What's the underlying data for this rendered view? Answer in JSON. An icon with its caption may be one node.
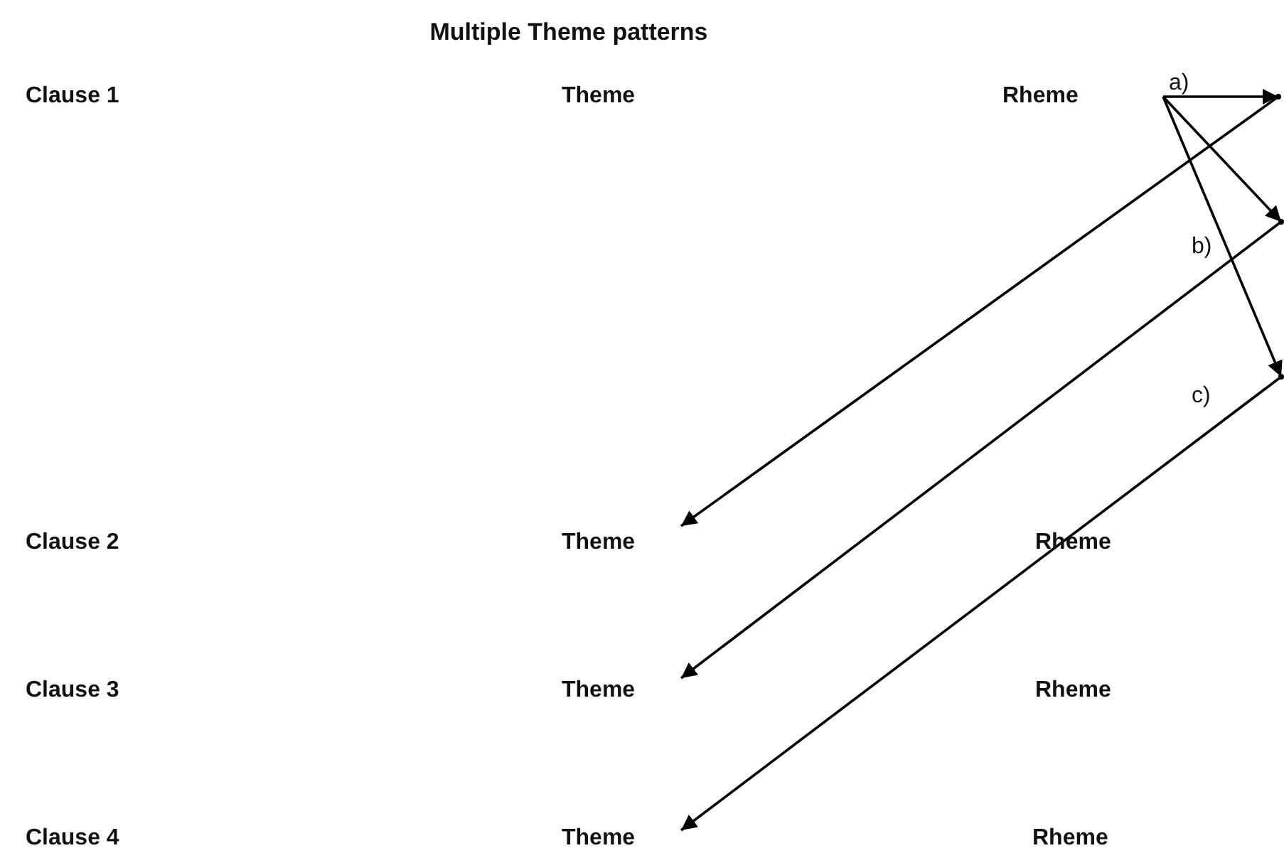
{
  "diagram": {
    "title": "Multiple Theme patterns",
    "nodes": [
      {
        "text": [
          "Rheme"
        ]
      },
      {
        "text": [],
        "shape": "point"
      },
      {
        "text": [],
        "shape": "point"
      },
      {
        "text": [],
        "shape": "point"
      },
      {
        "text": [
          "Theme"
        ]
      },
      {
        "text": [
          "Theme"
        ]
      },
      {
        "text": [
          "Theme"
        ]
      }
    ],
    "edges": [
      {
        "from": 0,
        "to": 1,
        "arrow": "to"
      },
      {
        "from": 0,
        "to": 2,
        "arrow": "to"
      },
      {
        "from": 0,
        "to": 3,
        "arrow": "to"
      },
      {
        "from": 1,
        "to": 4,
        "arrow": "to"
      },
      {
        "from": 2,
        "to": 5,
        "arrow": "to"
      },
      {
        "from": 3,
        "to": 6,
        "arrow": "to"
      }
    ],
    "labels": [
      "Clause 1",
      "Theme",
      "a)",
      "b)",
      "c)",
      "Clause 2",
      "Rheme",
      "Clause 3",
      "Rheme",
      "Clause 4",
      "Rheme"
    ]
  }
}
